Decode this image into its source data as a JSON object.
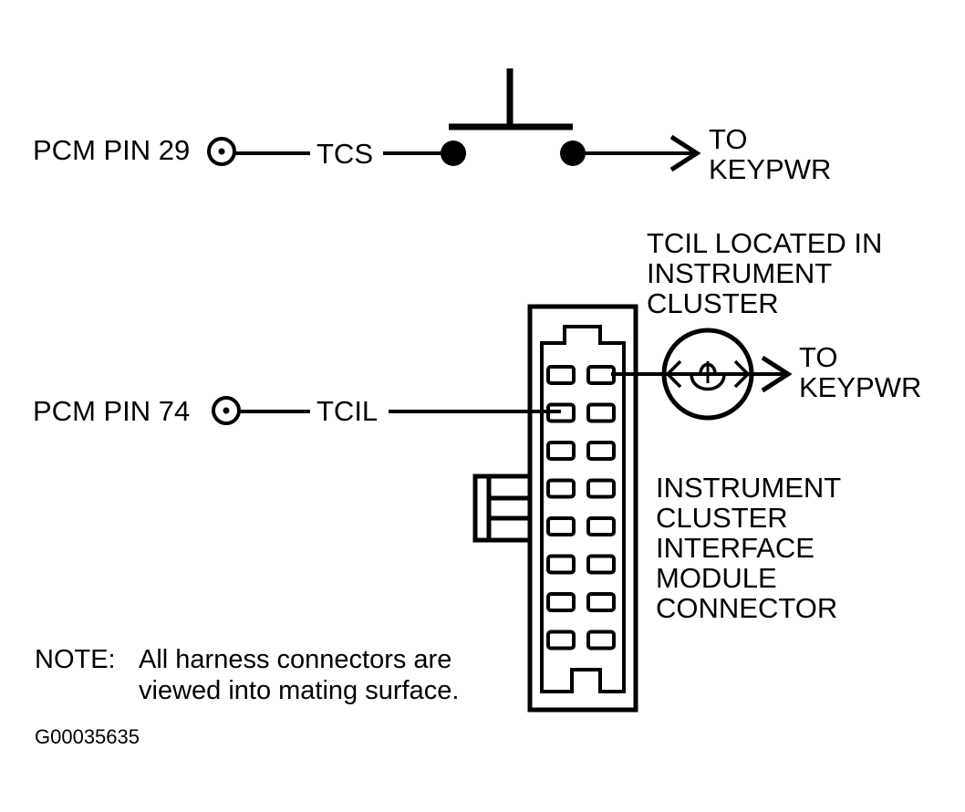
{
  "switch_circuit": {
    "pcm_pin_label": "PCM PIN 29",
    "wire_label": "TCS",
    "destination": [
      "TO",
      "KEYPWR"
    ]
  },
  "lamp_circuit": {
    "pcm_pin_label": "PCM PIN 74",
    "wire_label": "TCIL",
    "destination": [
      "TO",
      "KEYPWR"
    ],
    "lamp_note": [
      "TCIL LOCATED IN",
      "INSTRUMENT",
      "CLUSTER"
    ]
  },
  "connector": {
    "label": [
      "INSTRUMENT",
      "CLUSTER",
      "INTERFACE",
      "MODULE",
      "CONNECTOR"
    ],
    "rows": 8,
    "columns": 2
  },
  "note": {
    "prefix": "NOTE:",
    "lines": [
      "All harness connectors are",
      "viewed into mating surface."
    ]
  },
  "figure_id": "G00035635"
}
